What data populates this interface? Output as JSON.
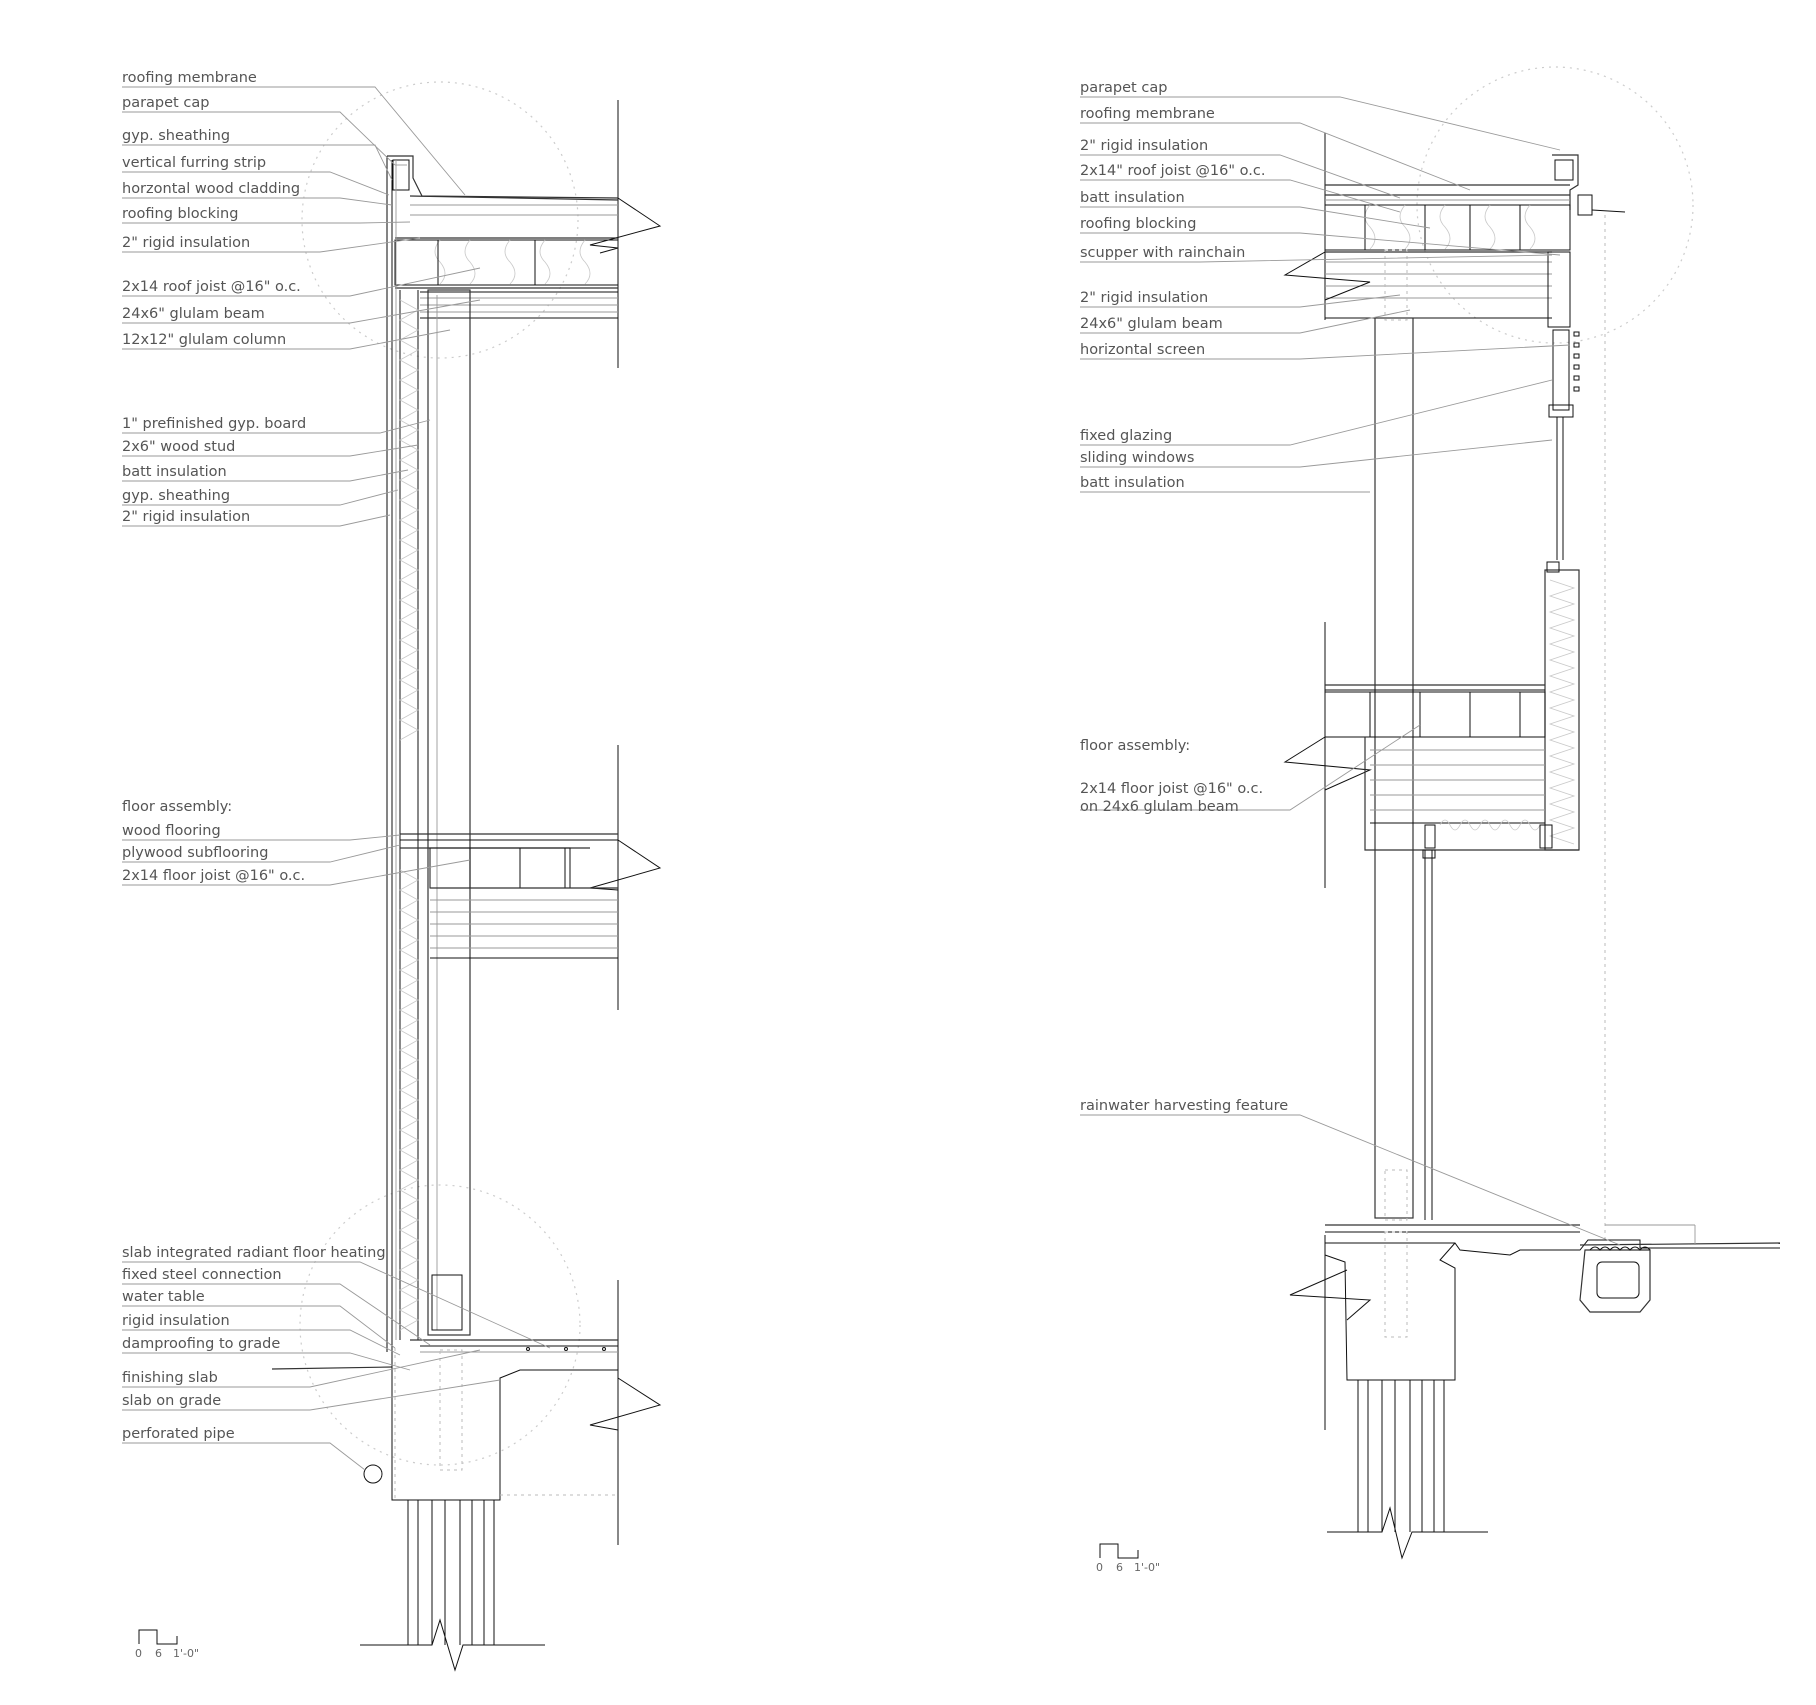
{
  "left_section": {
    "labels": [
      "roofing membrane",
      "parapet cap",
      "gyp. sheathing",
      "vertical furring strip",
      "horzontal wood cladding",
      "roofing blocking",
      "2\" rigid insulation",
      "2x14 roof joist @16\" o.c.",
      "24x6\" glulam beam",
      "12x12\" glulam column",
      "1\" prefinished gyp. board",
      "2x6\" wood stud",
      "batt insulation",
      "gyp. sheathing",
      "2\" rigid insulation",
      "floor assembly:",
      "wood flooring",
      "plywood subflooring",
      "2x14 floor joist @16\" o.c.",
      "slab integrated radiant floor heating",
      "fixed steel connection",
      "water table",
      "rigid insulation",
      "damproofing to grade",
      "finishing slab",
      "slab on grade",
      "perforated pipe"
    ],
    "scale": [
      "0",
      "6",
      "1'-0\""
    ]
  },
  "right_section": {
    "labels": [
      "parapet cap",
      "roofing membrane",
      "2\" rigid insulation",
      "2x14\" roof joist @16\" o.c.",
      "batt insulation",
      "roofing blocking",
      "scupper with rainchain",
      "2\" rigid insulation",
      "24x6\" glulam beam",
      "horizontal screen",
      "fixed glazing",
      "sliding windows",
      "batt insulation",
      "floor assembly:",
      "2x14 floor joist @16\" o.c.",
      "on 24x6 glulam beam",
      "rainwater harvesting feature"
    ],
    "scale": [
      "0",
      "6",
      "1'-0\""
    ]
  }
}
